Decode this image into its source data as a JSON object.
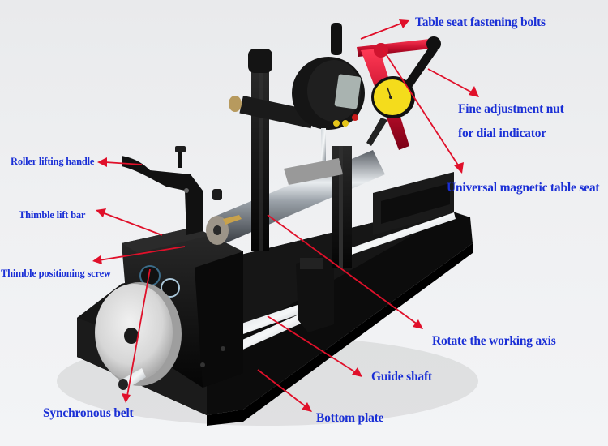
{
  "diagram": {
    "subject": "Balance / roller shaft measuring machine with dial indicators",
    "accent_colors": {
      "label_text": "#1a2fd6",
      "arrow": "#e0102a",
      "machine_body": "#101010",
      "indicator_arm": "#c8102e",
      "dial_face": "#f4dc1c"
    },
    "labels": [
      {
        "id": "table-seat-fastening-bolts",
        "text": "Table seat fastening bolts"
      },
      {
        "id": "fine-adjustment-nut-line1",
        "text": "Fine adjustment nut"
      },
      {
        "id": "fine-adjustment-nut-line2",
        "text": "for dial indicator"
      },
      {
        "id": "universal-magnetic-table-seat",
        "text": "Universal magnetic table seat"
      },
      {
        "id": "roller-lifting-handle",
        "text": "Roller lifting handle"
      },
      {
        "id": "thimble-lift-bar",
        "text": "Thimble lift bar"
      },
      {
        "id": "thimble-positioning-screw",
        "text": "Thimble positioning screw"
      },
      {
        "id": "rotate-the-working-axis",
        "text": "Rotate the working axis"
      },
      {
        "id": "guide-shaft",
        "text": "Guide shaft"
      },
      {
        "id": "synchronous-belt",
        "text": "Synchronous belt"
      },
      {
        "id": "bottom-plate",
        "text": "Bottom plate"
      }
    ]
  }
}
